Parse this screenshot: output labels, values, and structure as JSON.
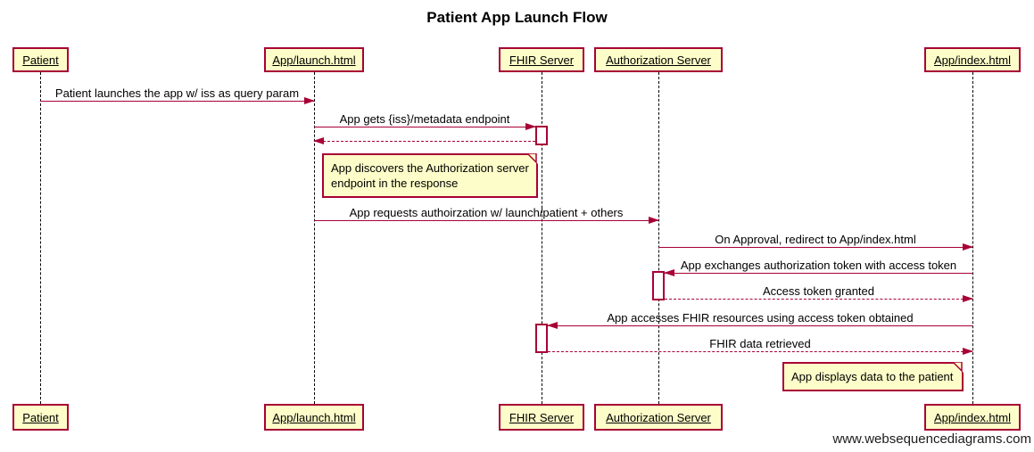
{
  "title": "Patient App Launch Flow",
  "watermark": "www.websequencediagrams.com",
  "colors": {
    "participant_fill": "#fdfdc9",
    "border_and_arrows": "#a80036",
    "lifeline": "#000000",
    "text": "#000000",
    "background": "#ffffff"
  },
  "participants": [
    {
      "label": "Patient"
    },
    {
      "label": "App/launch.html"
    },
    {
      "label": "FHIR Server"
    },
    {
      "label": "Authorization Server"
    },
    {
      "label": "App/index.html"
    }
  ],
  "messages": [
    {
      "label": "Patient launches the app w/ iss as query param",
      "from": "Patient",
      "to": "App/launch.html",
      "line": "solid"
    },
    {
      "label": "App gets {iss}/metadata endpoint",
      "from": "App/launch.html",
      "to": "FHIR Server",
      "line": "solid"
    },
    {
      "label": "",
      "from": "FHIR Server",
      "to": "App/launch.html",
      "line": "dashed"
    },
    {
      "label": "App requests authoirzation w/ launch/patient + others",
      "from": "App/launch.html",
      "to": "Authorization Server",
      "line": "solid"
    },
    {
      "label": "On Approval, redirect to App/index.html",
      "from": "Authorization Server",
      "to": "App/index.html",
      "line": "solid"
    },
    {
      "label": "App exchanges authorization token with access token",
      "from": "App/index.html",
      "to": "Authorization Server",
      "line": "solid"
    },
    {
      "label": "Access token granted",
      "from": "Authorization Server",
      "to": "App/index.html",
      "line": "dashed"
    },
    {
      "label": "App accesses FHIR resources using access token obtained",
      "from": "App/index.html",
      "to": "FHIR Server",
      "line": "solid"
    },
    {
      "label": "FHIR data retrieved",
      "from": "FHIR Server",
      "to": "App/index.html",
      "line": "dashed"
    }
  ],
  "notes": [
    {
      "text": "App discovers the Authorization server endpoint in the response",
      "anchor": "App/launch.html"
    },
    {
      "text": "App displays data to the patient",
      "anchor": "App/index.html"
    }
  ]
}
